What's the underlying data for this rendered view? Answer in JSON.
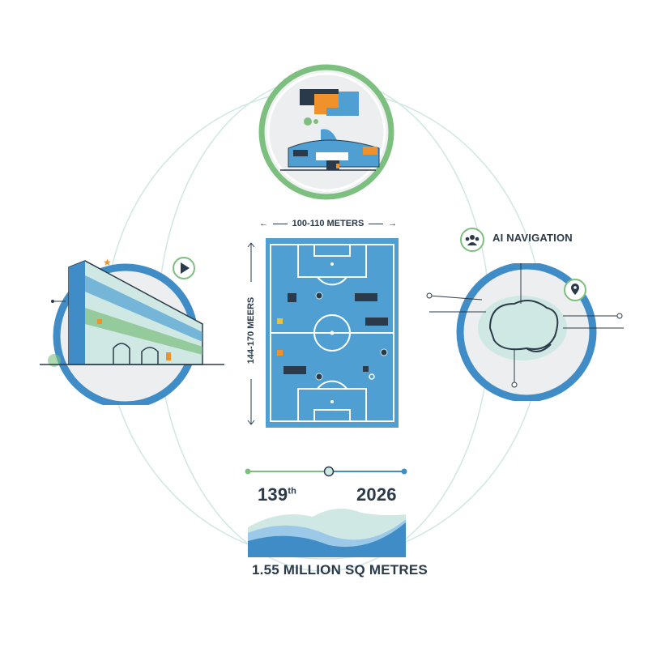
{
  "infographic": {
    "pitch": {
      "width_label": "100-110 METERS",
      "length_label": "144-170 MEERS",
      "color": "#4f9fd3"
    },
    "ai_badge": {
      "label": "AI NAVIGATION",
      "icon": "people-group-icon"
    },
    "timeline": {
      "start_label": "139",
      "start_suffix": "th",
      "end_label": "2026",
      "start_color": "#7cbf7e",
      "end_color": "#3f8cc7"
    },
    "area": {
      "label": "1.55 MILLION SQ METRES"
    },
    "nodes": [
      {
        "name": "stadium",
        "icon": "stadium-icon",
        "ring_color": "#7cbf7e"
      },
      {
        "name": "building",
        "icon": "building-icon",
        "ring_color": "#3f8cc7"
      },
      {
        "name": "brain",
        "icon": "brain-circuit-icon",
        "ring_color": "#3f8cc7"
      }
    ],
    "colors": {
      "primary_blue": "#3f8cc7",
      "green": "#7cbf7e",
      "dark_navy": "#2b3a4a",
      "orange": "#f0922b",
      "light_teal": "#cfe8e3"
    }
  }
}
